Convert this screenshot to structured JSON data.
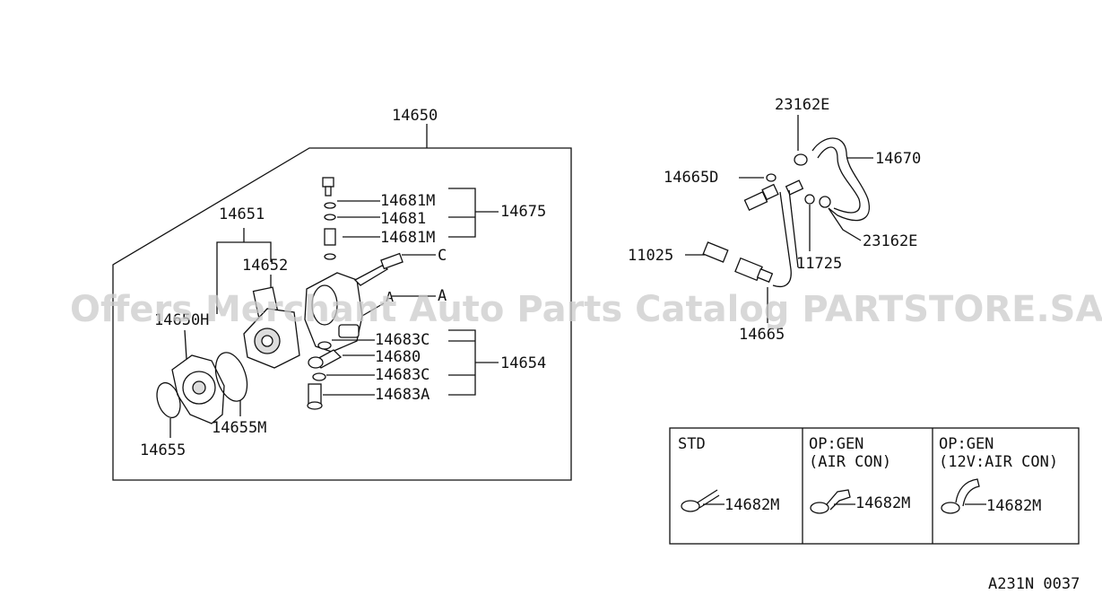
{
  "diagram_code": "A231N 0037",
  "watermark": "Offers Merchant Auto Parts Catalog PARTSTORE.SA",
  "left_assembly": {
    "assembly_label": "14650",
    "labels": {
      "p14651": "14651",
      "p14652": "14652",
      "p14650h": "14650H",
      "p14655": "14655",
      "p14655m": "14655M",
      "p14681m_a": "14681M",
      "p14681": "14681",
      "p14681m_b": "14681M",
      "p14675": "14675",
      "ref_c": "C",
      "ref_a": "A",
      "p14683c_a": "14683C",
      "p14680": "14680",
      "p14683c_b": "14683C",
      "p14683a": "14683A",
      "p14654": "14654"
    }
  },
  "right_assembly": {
    "labels": {
      "p23162e_top": "23162E",
      "p14670": "14670",
      "p14665d": "14665D",
      "p23162e_bottom": "23162E",
      "p11725": "11725",
      "p11025": "11025",
      "p14665": "14665"
    }
  },
  "options_table": {
    "columns": [
      {
        "heading": "STD",
        "subheading": "",
        "part": "14682M"
      },
      {
        "heading": "OP:GEN",
        "subheading": "(AIR CON)",
        "part": "14682M"
      },
      {
        "heading": "OP:GEN",
        "subheading": "(12V:AIR CON)",
        "part": "14682M"
      }
    ]
  }
}
